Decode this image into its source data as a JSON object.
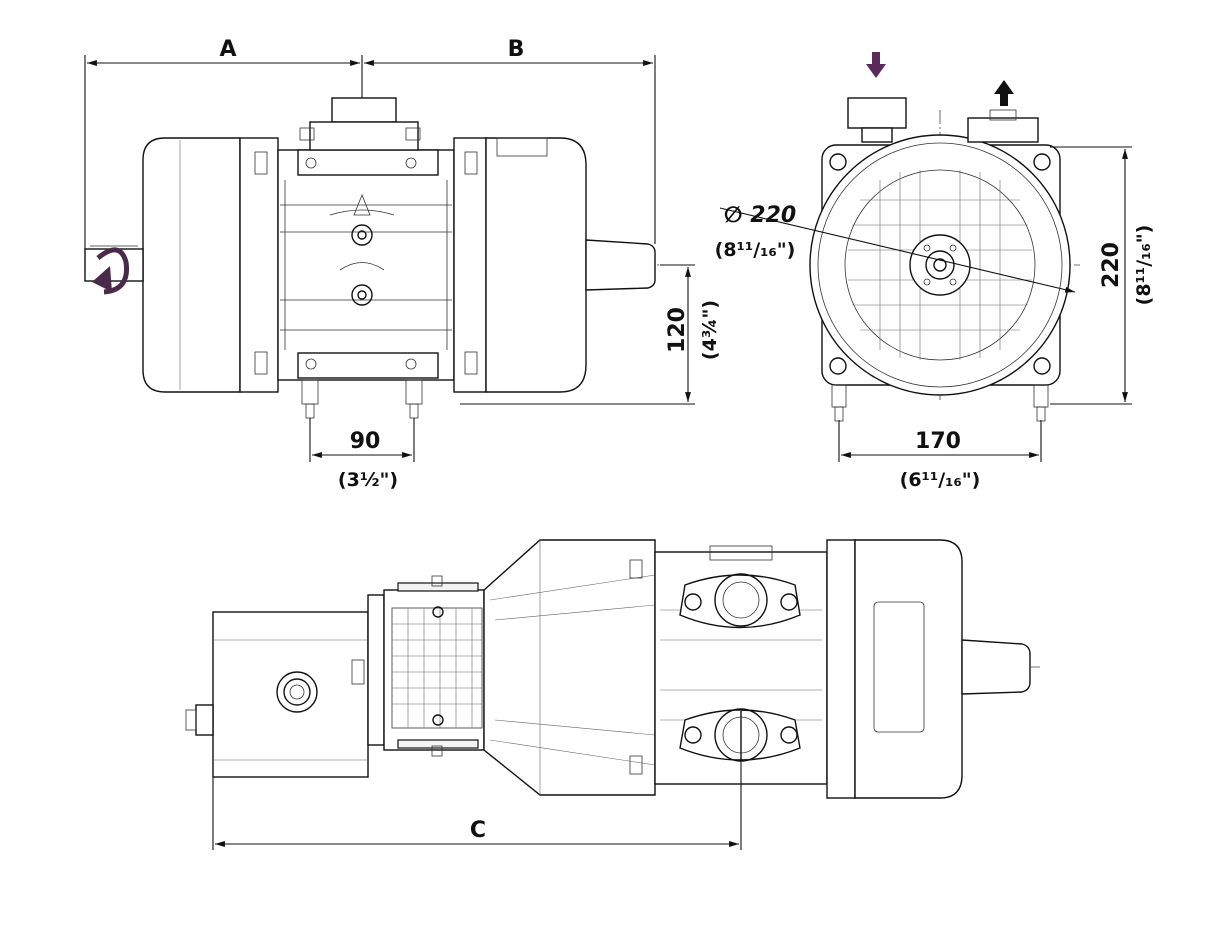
{
  "labels": {
    "A": "A",
    "B": "B",
    "C": "C",
    "dim_90": "90",
    "dim_90_in": "(3½\")",
    "dim_120": "120",
    "dim_120_in": "(4¾\")",
    "dim_170": "170",
    "dim_170_in": "(6¹¹/₁₆\")",
    "dim_220_dia": "∅ 220",
    "dim_220_dia_in": "(8¹¹/₁₆\")",
    "dim_220": "220",
    "dim_220_in": "(8¹¹/₁₆\")"
  },
  "colors": {
    "rotation_arrow": "#4a2a4a",
    "inlet_arrow": "#5a2a5a",
    "outlet_arrow": "#111111",
    "line": "#111111"
  },
  "icons": {
    "rotation": "rotation-arrow-icon",
    "inlet": "inlet-arrow-icon",
    "outlet": "outlet-arrow-icon"
  }
}
